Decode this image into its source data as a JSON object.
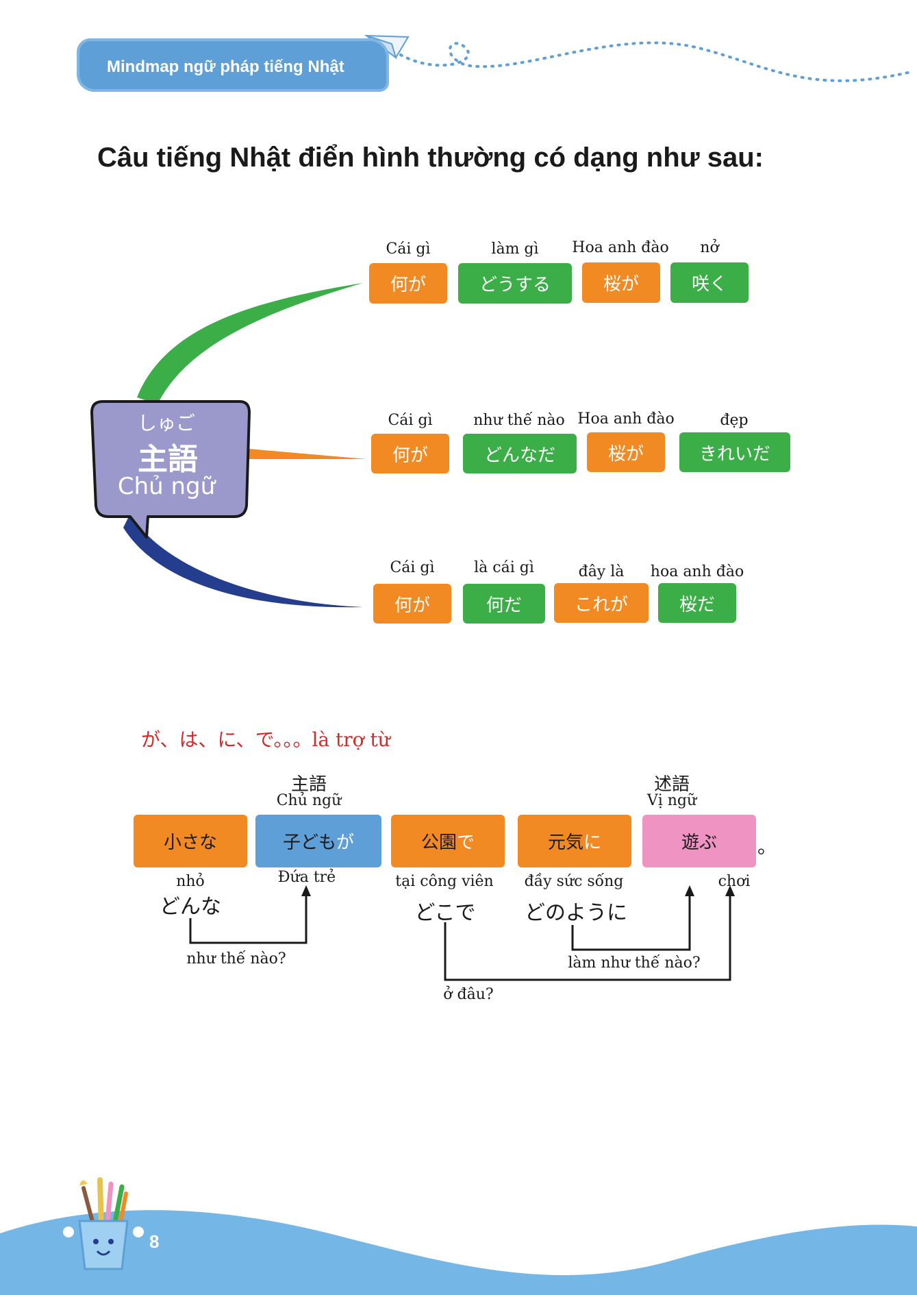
{
  "header": {
    "text": "Mindmap ngữ pháp tiếng Nhật"
  },
  "title": "Câu tiếng Nhật điển hình thường có dạng như sau:",
  "bubble": {
    "kana": "しゅご",
    "kanji": "主語",
    "vi": "Chủ ngữ"
  },
  "rows": [
    {
      "items": [
        {
          "label": "Cái gì",
          "main": "何",
          "particle": "が",
          "color": "orange"
        },
        {
          "label": "làm gì",
          "main": "どうする",
          "particle": "",
          "color": "green"
        },
        {
          "label": "Hoa anh đào",
          "main": "桜",
          "particle": "が",
          "color": "orange"
        },
        {
          "label": "nở",
          "main": "咲く",
          "particle": "",
          "color": "green"
        }
      ]
    },
    {
      "items": [
        {
          "label": "Cái gì",
          "main": "何",
          "particle": "が",
          "color": "orange"
        },
        {
          "label": "như thế nào",
          "main": "どんなだ",
          "particle": "",
          "color": "green"
        },
        {
          "label": "Hoa anh đào",
          "main": "桜",
          "particle": "が",
          "color": "orange"
        },
        {
          "label": "đẹp",
          "main": "きれいだ",
          "particle": "",
          "color": "green"
        }
      ]
    },
    {
      "items": [
        {
          "label": "Cái gì",
          "main": "何",
          "particle": "が",
          "color": "orange"
        },
        {
          "label": "là cái gì",
          "main": "何だ",
          "particle": "",
          "color": "green"
        },
        {
          "label": "đây là",
          "main": "これ",
          "particle": "が",
          "color": "orange"
        },
        {
          "label": "hoa anh đào",
          "main": "桜だ",
          "particle": "",
          "color": "green"
        }
      ]
    }
  ],
  "note": "が、は、に、で。。。là trợ từ",
  "sentence": {
    "subject_label": {
      "jp": "主語",
      "vi": "Chủ ngữ"
    },
    "predicate_label": {
      "jp": "述語",
      "vi": "Vị ngữ"
    },
    "words": [
      {
        "main": "小さな",
        "particle": "",
        "color": "orange",
        "below": "nhỏ",
        "question": "どんな"
      },
      {
        "main": "子ども",
        "particle": "が",
        "color": "blue",
        "below": "Đứa trẻ",
        "question": ""
      },
      {
        "main": "公園",
        "particle": "で",
        "color": "orange",
        "below": "tại công viên",
        "question": "どこで"
      },
      {
        "main": "元気",
        "particle": "に",
        "color": "orange",
        "below": "đầy sức sống",
        "question": "どのように"
      },
      {
        "main": "遊ぶ",
        "particle": "",
        "color": "pink",
        "below": "chơi",
        "question": ""
      }
    ],
    "period": "。",
    "arrows": {
      "how": "như thế nào?",
      "how_do": "làm như thế nào?",
      "where": "ở đâu?"
    }
  },
  "page_number": "8",
  "colors": {
    "orange": "#f28a24",
    "green": "#3cae48",
    "blue": "#5d9fd6",
    "pink": "#ef93c2",
    "purple": "#9b98cc",
    "navy": "#243d8c",
    "wave": "#74b6e6",
    "red": "#d42a2a"
  }
}
